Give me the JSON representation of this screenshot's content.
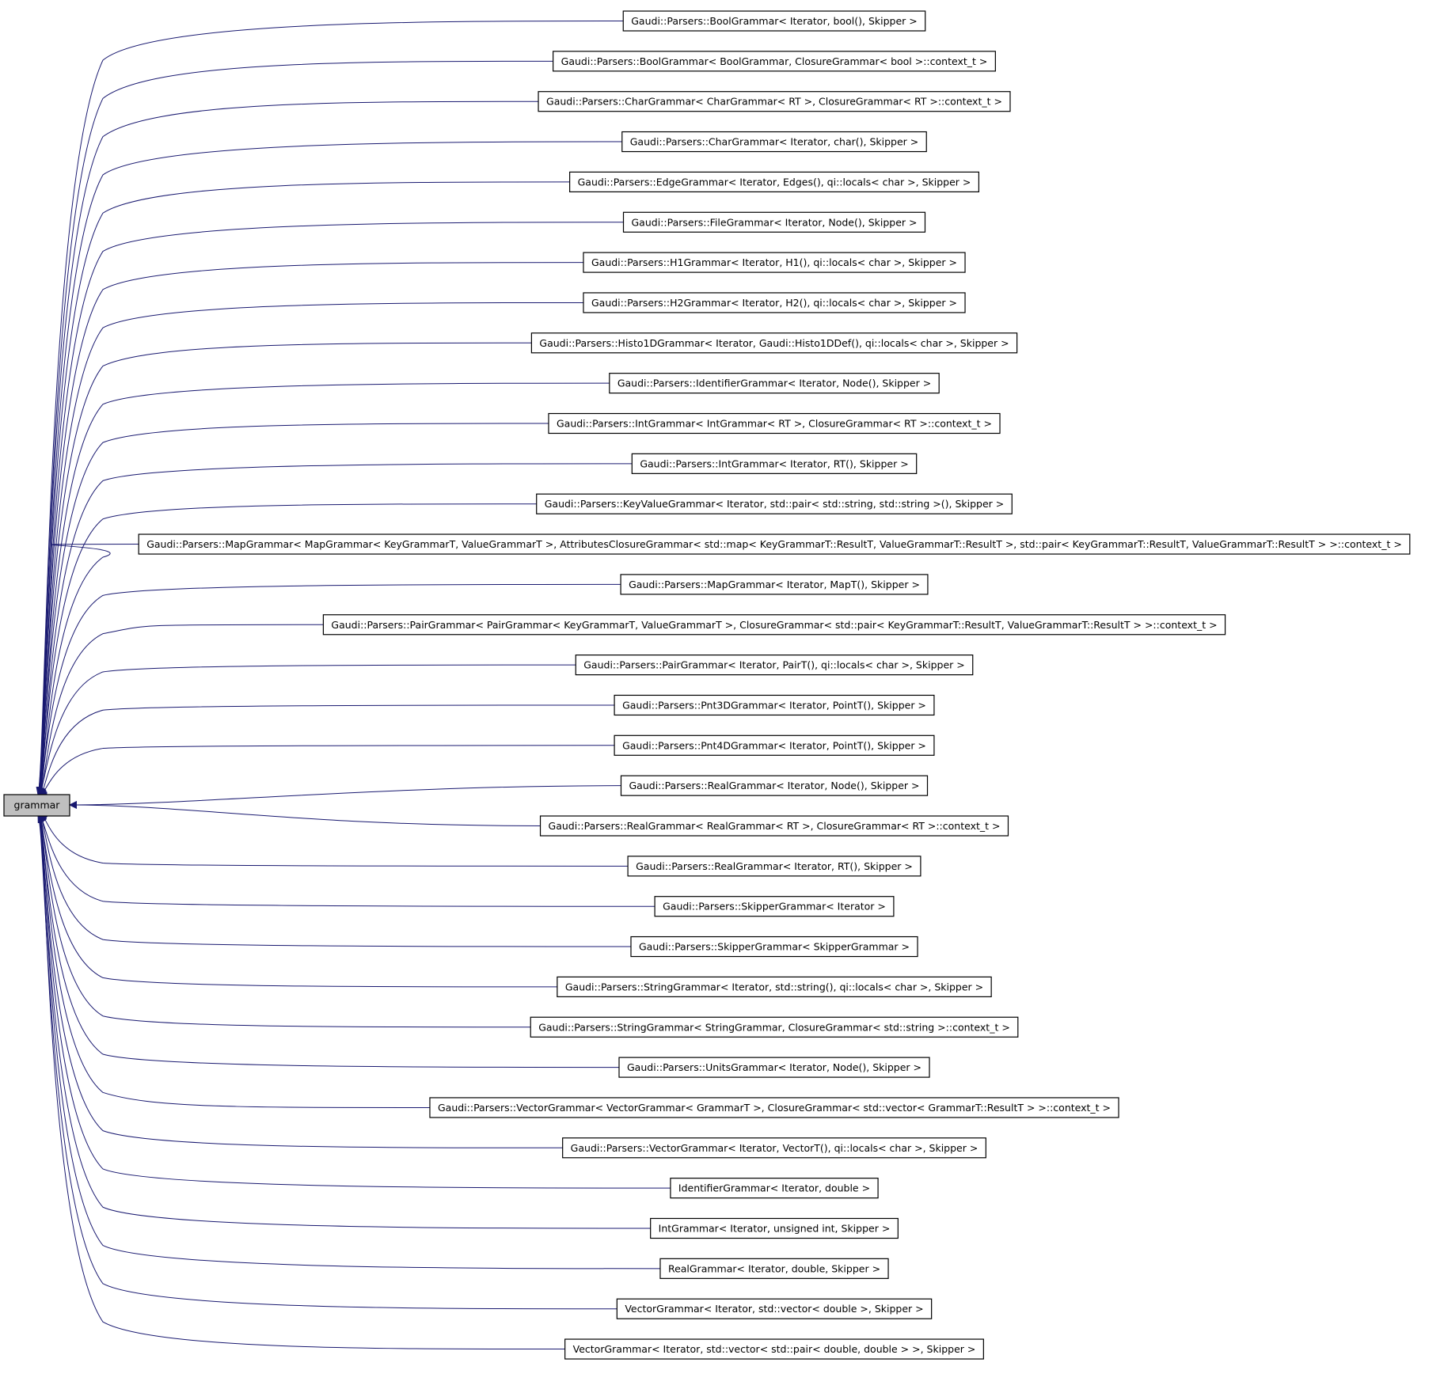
{
  "colors": {
    "edge": "#191970",
    "root_fill": "#bfbfbf",
    "node_fill": "#ffffff",
    "border": "#000000"
  },
  "root": {
    "label": "grammar"
  },
  "nodes": [
    "Gaudi::Parsers::BoolGrammar< Iterator, bool(), Skipper >",
    "Gaudi::Parsers::BoolGrammar< BoolGrammar, ClosureGrammar< bool >::context_t >",
    "Gaudi::Parsers::CharGrammar< CharGrammar< RT >, ClosureGrammar< RT >::context_t >",
    "Gaudi::Parsers::CharGrammar< Iterator, char(), Skipper >",
    "Gaudi::Parsers::EdgeGrammar< Iterator, Edges(), qi::locals< char >, Skipper >",
    "Gaudi::Parsers::FileGrammar< Iterator, Node(), Skipper >",
    "Gaudi::Parsers::H1Grammar< Iterator, H1(), qi::locals< char >, Skipper >",
    "Gaudi::Parsers::H2Grammar< Iterator, H2(), qi::locals< char >, Skipper >",
    "Gaudi::Parsers::Histo1DGrammar< Iterator, Gaudi::Histo1DDef(), qi::locals< char >, Skipper >",
    "Gaudi::Parsers::IdentifierGrammar< Iterator, Node(), Skipper >",
    "Gaudi::Parsers::IntGrammar< IntGrammar< RT >, ClosureGrammar< RT >::context_t >",
    "Gaudi::Parsers::IntGrammar< Iterator, RT(), Skipper >",
    "Gaudi::Parsers::KeyValueGrammar< Iterator, std::pair< std::string, std::string >(), Skipper >",
    "Gaudi::Parsers::MapGrammar< MapGrammar< KeyGrammarT, ValueGrammarT >, AttributesClosureGrammar< std::map< KeyGrammarT::ResultT, ValueGrammarT::ResultT >, std::pair< KeyGrammarT::ResultT, ValueGrammarT::ResultT > >::context_t >",
    "Gaudi::Parsers::MapGrammar< Iterator, MapT(), Skipper >",
    "Gaudi::Parsers::PairGrammar< PairGrammar< KeyGrammarT, ValueGrammarT >, ClosureGrammar< std::pair< KeyGrammarT::ResultT, ValueGrammarT::ResultT > >::context_t >",
    "Gaudi::Parsers::PairGrammar< Iterator, PairT(), qi::locals< char >, Skipper >",
    "Gaudi::Parsers::Pnt3DGrammar< Iterator, PointT(), Skipper >",
    "Gaudi::Parsers::Pnt4DGrammar< Iterator, PointT(), Skipper >",
    "Gaudi::Parsers::RealGrammar< Iterator, Node(), Skipper >",
    "Gaudi::Parsers::RealGrammar< RealGrammar< RT >, ClosureGrammar< RT >::context_t >",
    "Gaudi::Parsers::RealGrammar< Iterator, RT(), Skipper >",
    "Gaudi::Parsers::SkipperGrammar< Iterator >",
    "Gaudi::Parsers::SkipperGrammar< SkipperGrammar >",
    "Gaudi::Parsers::StringGrammar< Iterator, std::string(), qi::locals< char >, Skipper >",
    "Gaudi::Parsers::StringGrammar< StringGrammar, ClosureGrammar< std::string >::context_t >",
    "Gaudi::Parsers::UnitsGrammar< Iterator, Node(), Skipper >",
    "Gaudi::Parsers::VectorGrammar< VectorGrammar< GrammarT >, ClosureGrammar< std::vector< GrammarT::ResultT > >::context_t >",
    "Gaudi::Parsers::VectorGrammar< Iterator, VectorT(), qi::locals< char >, Skipper >",
    "IdentifierGrammar< Iterator, double >",
    "IntGrammar< Iterator, unsigned int, Skipper >",
    "RealGrammar< Iterator, double, Skipper >",
    "VectorGrammar< Iterator, std::vector< double >, Skipper >",
    "VectorGrammar< Iterator, std::vector< std::pair< double, double > >, Skipper >"
  ]
}
